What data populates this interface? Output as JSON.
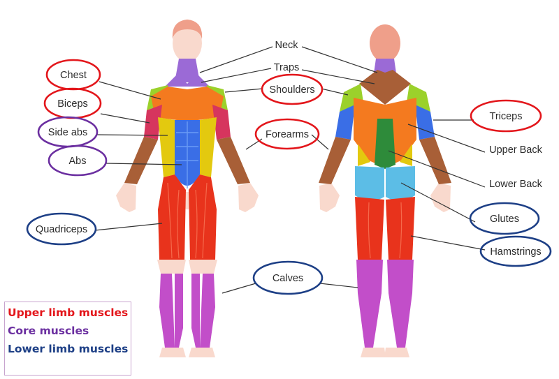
{
  "labels": {
    "neck": "Neck",
    "traps": "Traps",
    "chest": "Chest",
    "shoulders": "Shoulders",
    "biceps": "Biceps",
    "side_abs": "Side abs",
    "forearms": "Forearms",
    "abs": "Abs",
    "triceps": "Triceps",
    "upper_back": "Upper Back",
    "lower_back": "Lower Back",
    "glutes": "Glutes",
    "quadriceps": "Quadriceps",
    "hamstrings": "Hamstrings",
    "calves": "Calves"
  },
  "legend": {
    "upper": "Upper limb muscles",
    "core": "Core muscles",
    "lower": "Lower limb muscles"
  },
  "colors": {
    "upper_limb": "#e3161b",
    "core": "#6b2fa0",
    "lower_limb": "#1d3f86",
    "skin": "#f9d9cd",
    "head": "#ef9f8a"
  }
}
